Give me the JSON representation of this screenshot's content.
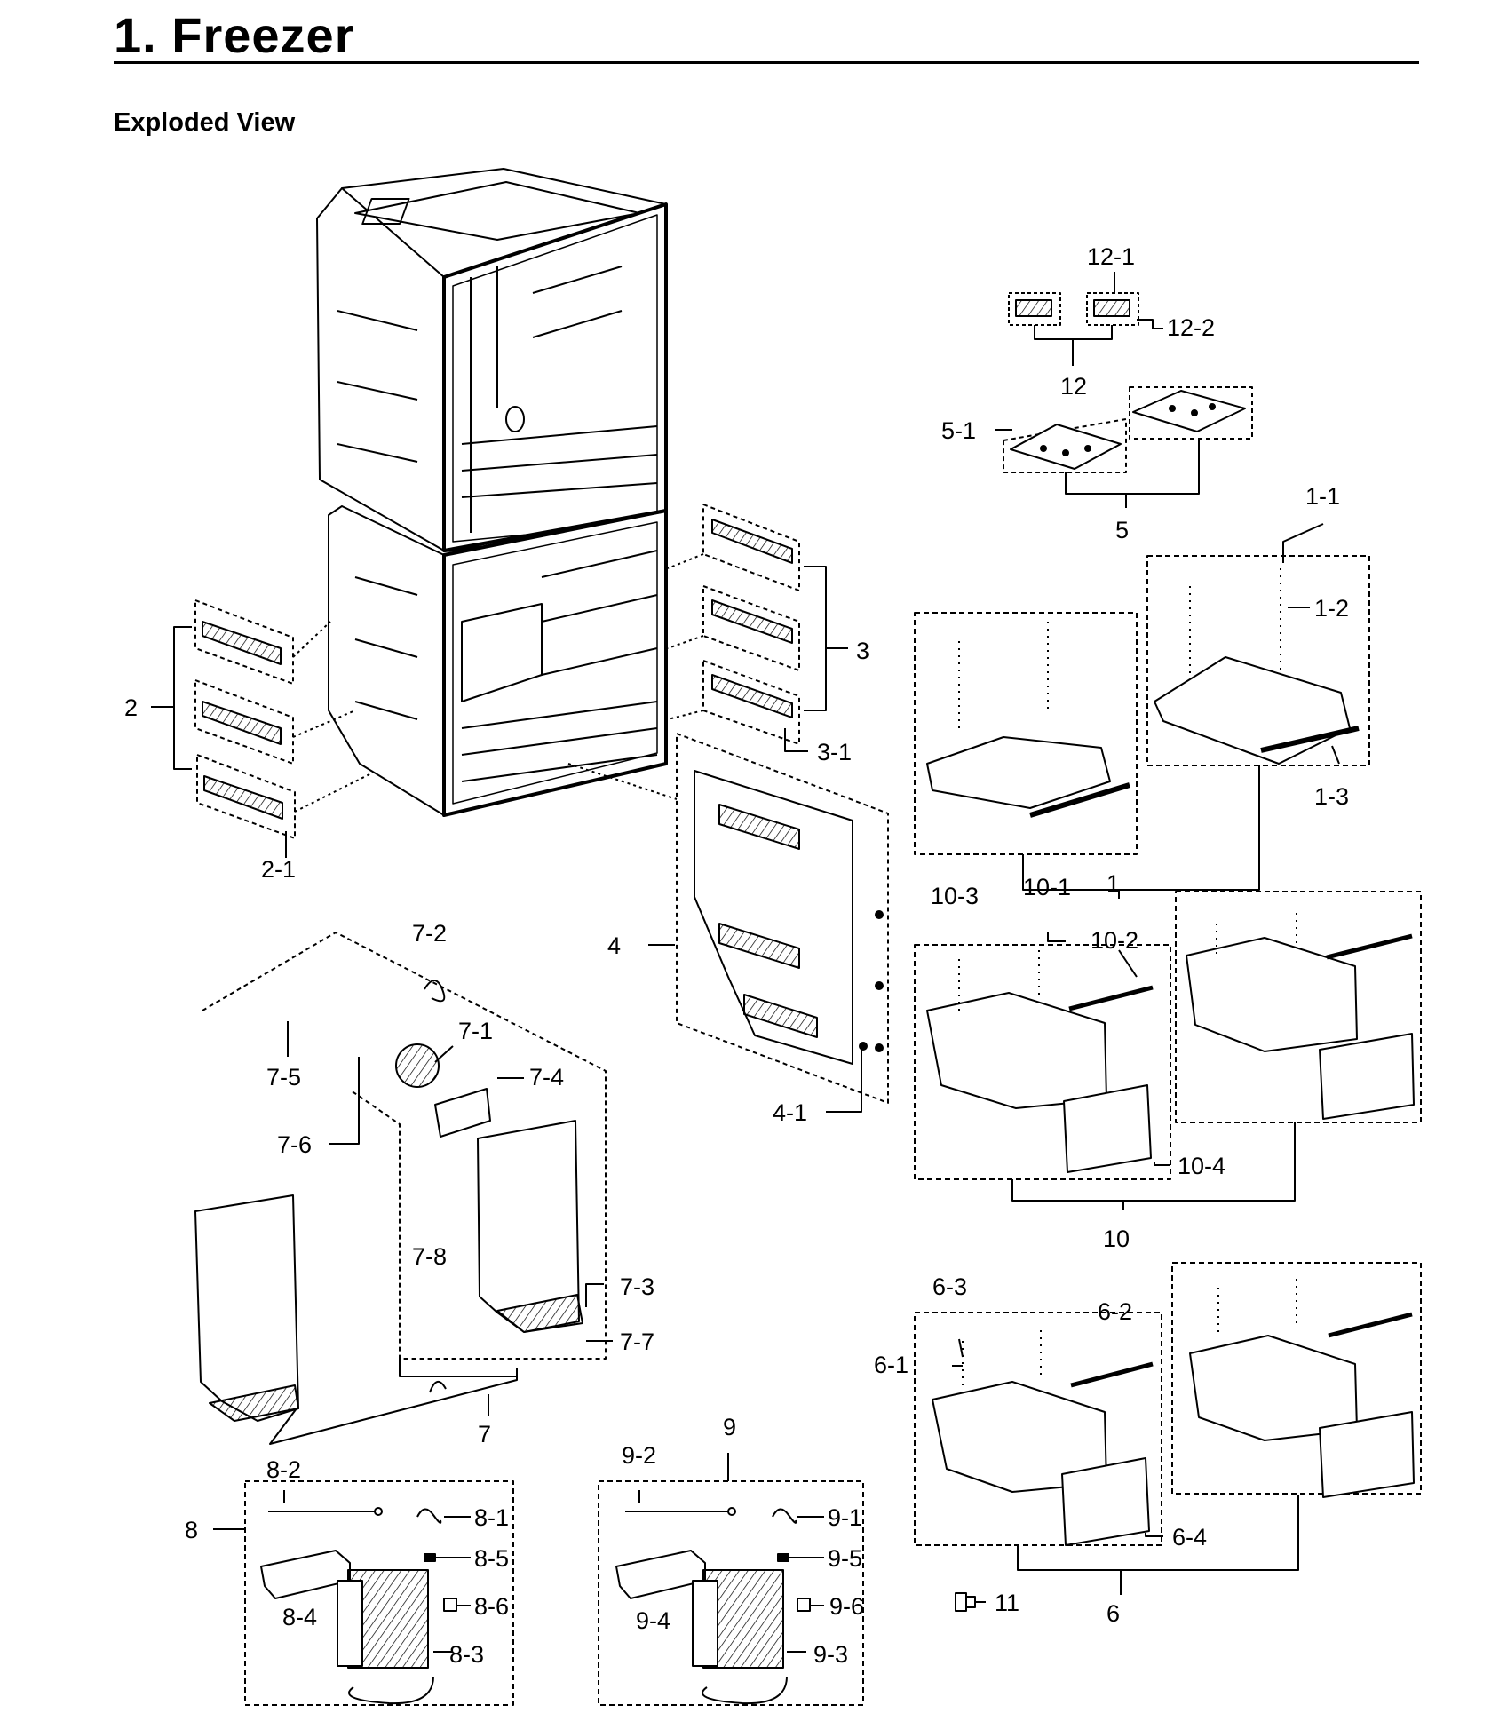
{
  "page": {
    "title": "1.  Freezer",
    "subtitle": "Exploded View"
  },
  "callouts": {
    "c12_1": "12-1",
    "c12_2": "12-2",
    "c12": "12",
    "c5_1": "5-1",
    "c5": "5",
    "c1_1": "1-1",
    "c1_2": "1-2",
    "c1_3": "1-3",
    "c1": "1",
    "c2": "2",
    "c2_1": "2-1",
    "c3": "3",
    "c3_1": "3-1",
    "c4": "4",
    "c4_1": "4-1",
    "c7_2": "7-2",
    "c7_1": "7-1",
    "c7_4": "7-4",
    "c7_5": "7-5",
    "c7_6": "7-6",
    "c7_8": "7-8",
    "c7_3": "7-3",
    "c7_7": "7-7",
    "c7": "7",
    "c10_3": "10-3",
    "c10_1": "10-1",
    "c10_2": "10-2",
    "c10_4": "10-4",
    "c10": "10",
    "c6_3": "6-3",
    "c6_2": "6-2",
    "c6_1": "6-1",
    "c6_4": "6-4",
    "c6": "6",
    "c8": "8",
    "c8_2": "8-2",
    "c8_1": "8-1",
    "c8_5": "8-5",
    "c8_4": "8-4",
    "c8_6": "8-6",
    "c8_3": "8-3",
    "c9": "9",
    "c9_2": "9-2",
    "c9_1": "9-1",
    "c9_5": "9-5",
    "c9_4": "9-4",
    "c9_6": "9-6",
    "c9_3": "9-3",
    "c11": "11"
  },
  "colors": {
    "ink": "#000000",
    "paper": "#ffffff",
    "part_fill": "#ffffff",
    "shade": "#d9d9d9"
  }
}
